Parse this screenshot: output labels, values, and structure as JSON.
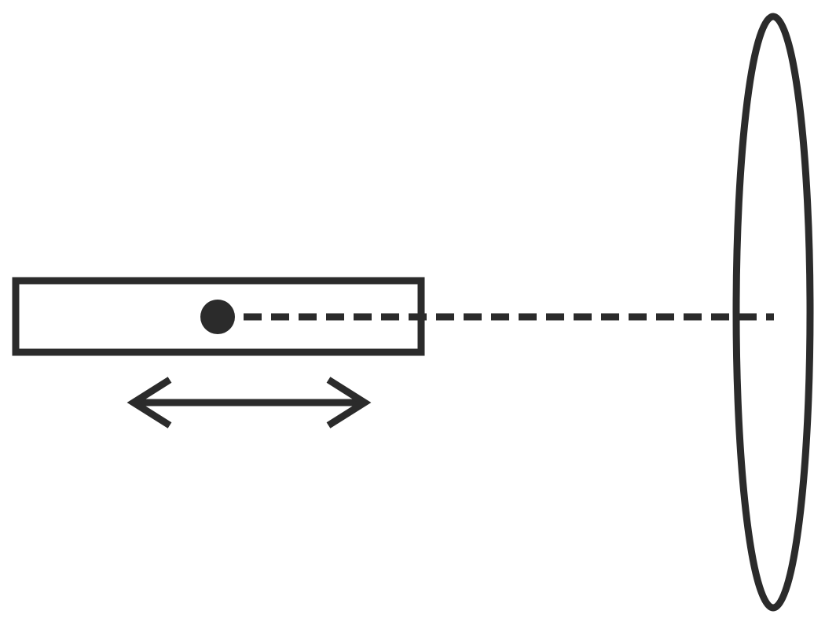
{
  "diagram": {
    "stroke_color": "#2b2b2b",
    "background_color": "#ffffff",
    "elements": [
      {
        "kind": "rectangle",
        "icon": "rectangle-shape"
      },
      {
        "kind": "dot",
        "icon": "dot-marker"
      },
      {
        "kind": "dashed-line",
        "icon": "dashed-axis-line"
      },
      {
        "kind": "double-arrow",
        "icon": "double-headed-arrow"
      },
      {
        "kind": "ellipse",
        "icon": "ellipse-shape"
      }
    ]
  }
}
